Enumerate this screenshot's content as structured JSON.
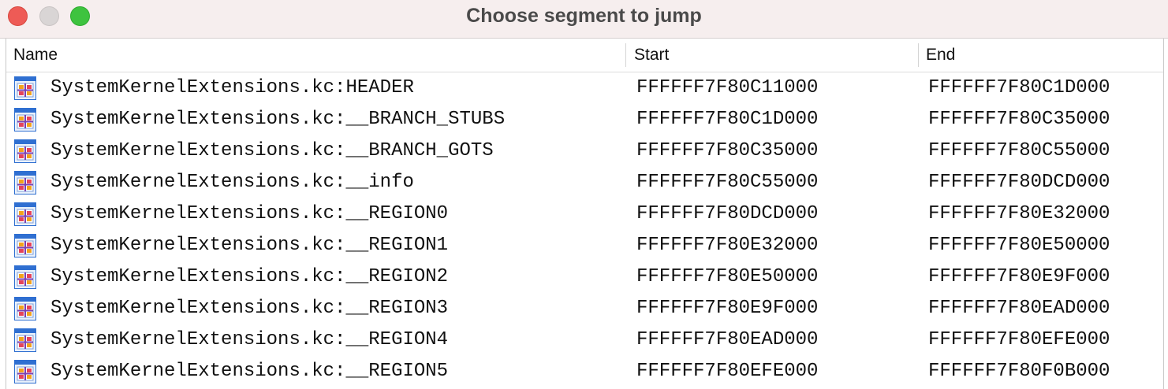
{
  "window": {
    "title": "Choose segment to jump",
    "controls": [
      "close",
      "minimize",
      "zoom"
    ]
  },
  "table": {
    "columns": {
      "name": "Name",
      "start": "Start",
      "end": "End"
    },
    "row_icon": "segment-icon",
    "rows": [
      {
        "name": "SystemKernelExtensions.kc:HEADER",
        "start": "FFFFFF7F80C11000",
        "end": "FFFFFF7F80C1D000"
      },
      {
        "name": "SystemKernelExtensions.kc:__BRANCH_STUBS",
        "start": "FFFFFF7F80C1D000",
        "end": "FFFFFF7F80C35000"
      },
      {
        "name": "SystemKernelExtensions.kc:__BRANCH_GOTS",
        "start": "FFFFFF7F80C35000",
        "end": "FFFFFF7F80C55000"
      },
      {
        "name": "SystemKernelExtensions.kc:__info",
        "start": "FFFFFF7F80C55000",
        "end": "FFFFFF7F80DCD000"
      },
      {
        "name": "SystemKernelExtensions.kc:__REGION0",
        "start": "FFFFFF7F80DCD000",
        "end": "FFFFFF7F80E32000"
      },
      {
        "name": "SystemKernelExtensions.kc:__REGION1",
        "start": "FFFFFF7F80E32000",
        "end": "FFFFFF7F80E50000"
      },
      {
        "name": "SystemKernelExtensions.kc:__REGION2",
        "start": "FFFFFF7F80E50000",
        "end": "FFFFFF7F80E9F000"
      },
      {
        "name": "SystemKernelExtensions.kc:__REGION3",
        "start": "FFFFFF7F80E9F000",
        "end": "FFFFFF7F80EAD000"
      },
      {
        "name": "SystemKernelExtensions.kc:__REGION4",
        "start": "FFFFFF7F80EAD000",
        "end": "FFFFFF7F80EFE000"
      },
      {
        "name": "SystemKernelExtensions.kc:__REGION5",
        "start": "FFFFFF7F80EFE000",
        "end": "FFFFFF7F80F0B000"
      }
    ]
  },
  "colors": {
    "titlebar_bg": "#f6eeee",
    "close": "#ee5b56",
    "minimize": "#d9d5d5",
    "zoom": "#3ec33f"
  }
}
